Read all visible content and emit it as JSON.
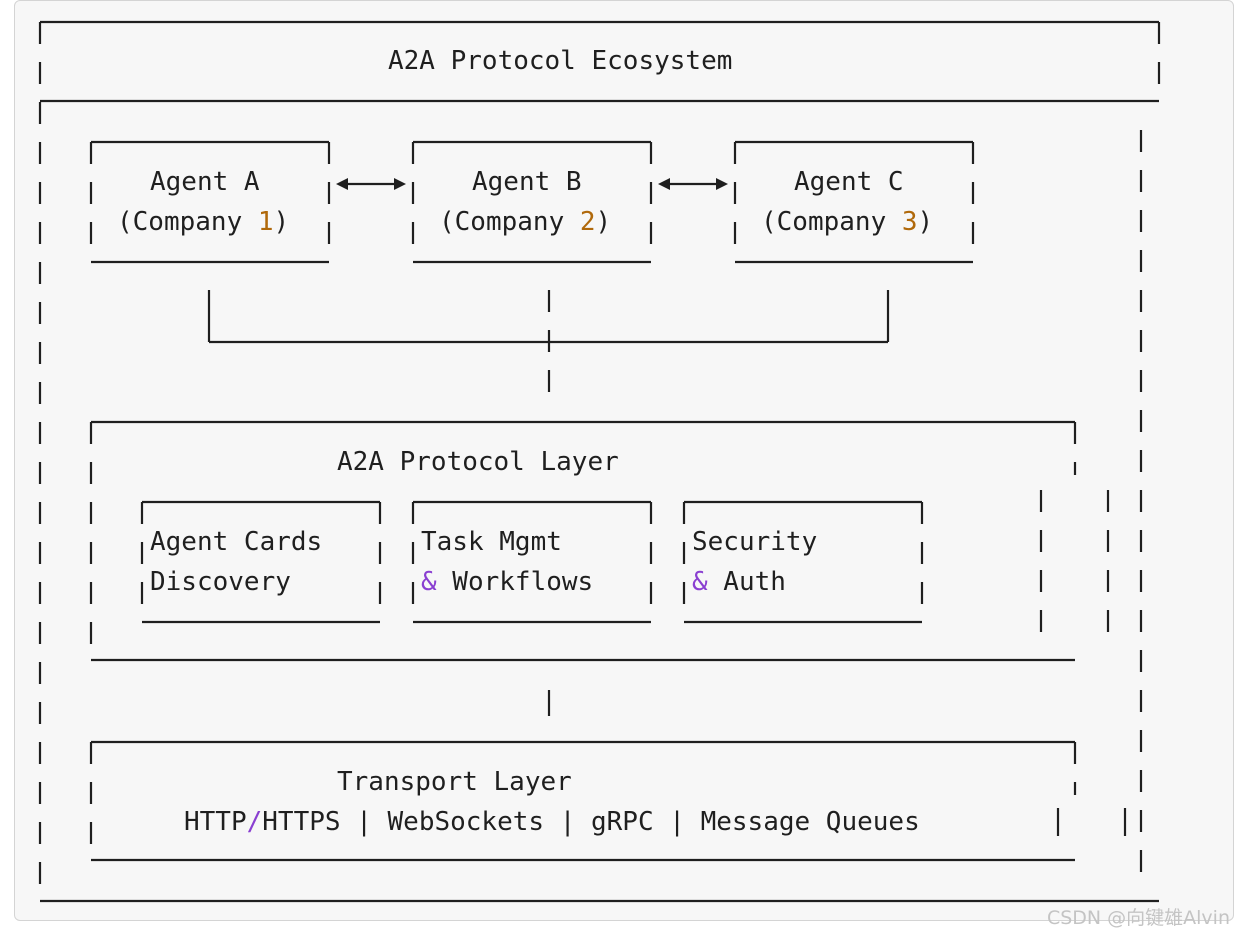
{
  "colors": {
    "text": "#1f1f1f",
    "number_highlight": "#b0690b",
    "symbol_highlight": "#8a3fd1",
    "line": "#1f1f1f",
    "panel_background": "#f7f7f7"
  },
  "ecosystem": {
    "title": "A2A Protocol Ecosystem"
  },
  "agents": [
    {
      "name": "Agent A",
      "company_prefix": "(Company ",
      "company_number": "1",
      "company_suffix": ")"
    },
    {
      "name": "Agent B",
      "company_prefix": "(Company ",
      "company_number": "2",
      "company_suffix": ")"
    },
    {
      "name": "Agent C",
      "company_prefix": "(Company ",
      "company_number": "3",
      "company_suffix": ")"
    }
  ],
  "protocol_layer": {
    "title": "A2A Protocol Layer",
    "components": [
      {
        "line1": "Agent Cards",
        "line2_amp": "",
        "line2": "Discovery"
      },
      {
        "line1": "Task Mgmt",
        "line2_amp": "&",
        "line2": " Workflows"
      },
      {
        "line1": "Security",
        "line2_amp": "&",
        "line2": " Auth"
      }
    ]
  },
  "transport_layer": {
    "title": "Transport Layer",
    "protocols_part1": "HTTP",
    "protocols_slash": "/",
    "protocols_part2": "HTTPS | WebSockets | gRPC | Message Queues"
  },
  "watermark": "CSDN @向键雄Alvin"
}
